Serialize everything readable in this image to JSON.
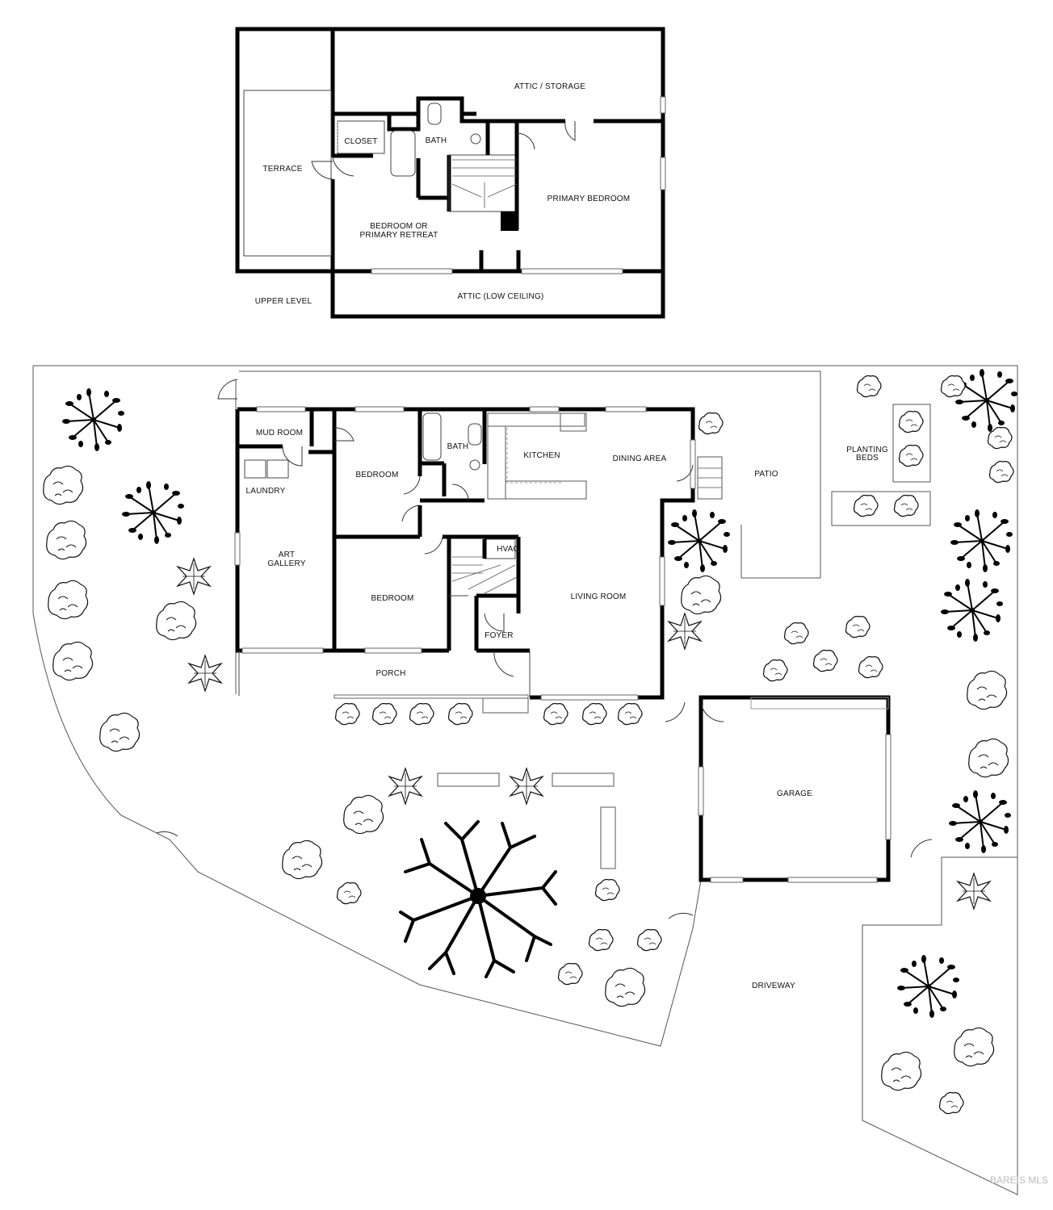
{
  "upper": {
    "attic_storage": "ATTIC / STORAGE",
    "terrace": "TERRACE",
    "closet": "CLOSET",
    "bath": "BATH",
    "primary_bedroom": "PRIMARY BEDROOM",
    "retreat_1": "BEDROOM OR",
    "retreat_2": "PRIMARY RETREAT",
    "attic_low": "ATTIC (LOW CEILING)",
    "level_label": "UPPER LEVEL"
  },
  "main": {
    "mud_room": "MUD ROOM",
    "laundry": "LAUNDRY",
    "art_1": "ART",
    "art_2": "GALLERY",
    "bedroom_1": "BEDROOM",
    "bedroom_2": "BEDROOM",
    "bath": "BATH",
    "kitchen": "KITCHEN",
    "dining": "DINING AREA",
    "hvac": "HVAC",
    "living": "LIVING ROOM",
    "foyer": "FOYER",
    "porch": "PORCH",
    "patio": "PATIO",
    "planting_1": "PLANTING",
    "planting_2": "BEDS",
    "garage": "GARAGE",
    "driveway": "DRIVEWAY"
  },
  "watermark": "BAREIS MLS"
}
